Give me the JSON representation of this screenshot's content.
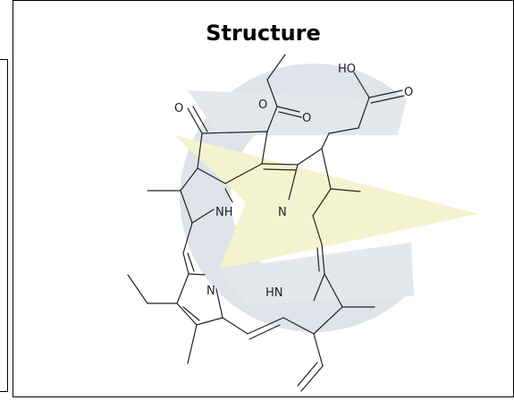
{
  "title": "Structure",
  "atom_labels": {
    "ho": "HO",
    "o_acid": "O",
    "o_ester1": "O",
    "o_ester2": "O",
    "o_keto": "O",
    "nh_top": "NH",
    "n_top": "N",
    "n_bottom": "N",
    "hn_bottom": "HN"
  },
  "colors": {
    "watermark_gray": "#dfe3ea",
    "watermark_yellow": "#f4f3cf",
    "bond": "#222222"
  }
}
